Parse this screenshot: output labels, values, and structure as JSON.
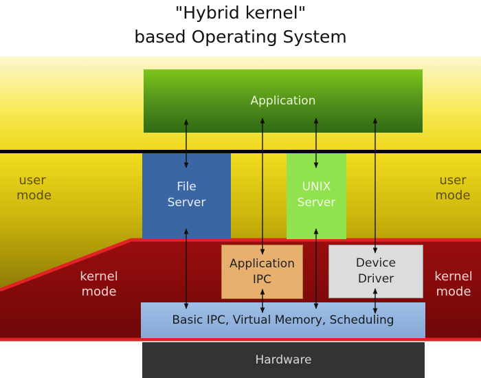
{
  "title": {
    "line1": "\"Hybrid kernel\"",
    "line2": "based Operating System"
  },
  "labels": {
    "user_mode_left": {
      "line1": "user",
      "line2": "mode"
    },
    "user_mode_right": {
      "line1": "user",
      "line2": "mode"
    },
    "kernel_mode_left": {
      "line1": "kernel",
      "line2": "mode"
    },
    "kernel_mode_right": {
      "line1": "kernel",
      "line2": "mode"
    }
  },
  "boxes": {
    "application": "Application",
    "file_server": {
      "line1": "File",
      "line2": "Server"
    },
    "unix_server": {
      "line1": "UNIX",
      "line2": "Server"
    },
    "application_ipc": {
      "line1": "Application",
      "line2": "IPC"
    },
    "device_driver": {
      "line1": "Device",
      "line2": "Driver"
    },
    "basic_ipc": "Basic IPC, Virtual Memory, Scheduling",
    "hardware": "Hardware"
  },
  "colors": {
    "user_space": "#f8ea5a",
    "kernel_space": "#8b0a0a",
    "kernel_border": "#e02424",
    "application": "#53931b",
    "file_server": "#3a67a4",
    "unix_server": "#90e34d",
    "application_ipc": "#e8b06e",
    "device_driver": "#dcdcdc",
    "basic_ipc": "#85a8d6",
    "hardware": "#333333"
  }
}
